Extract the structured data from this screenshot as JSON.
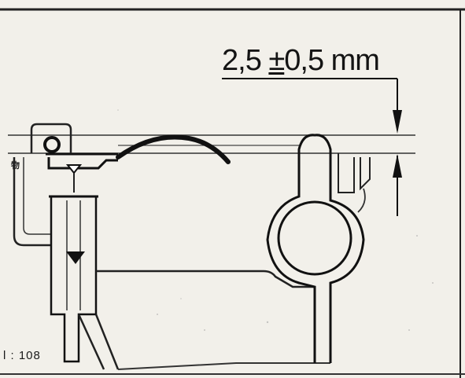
{
  "dimension": {
    "value": "2,5",
    "tolerance_sign": "±",
    "tolerance": "0,5",
    "unit": "mm"
  },
  "figure_ref": "l : 108",
  "part_marker": "物"
}
